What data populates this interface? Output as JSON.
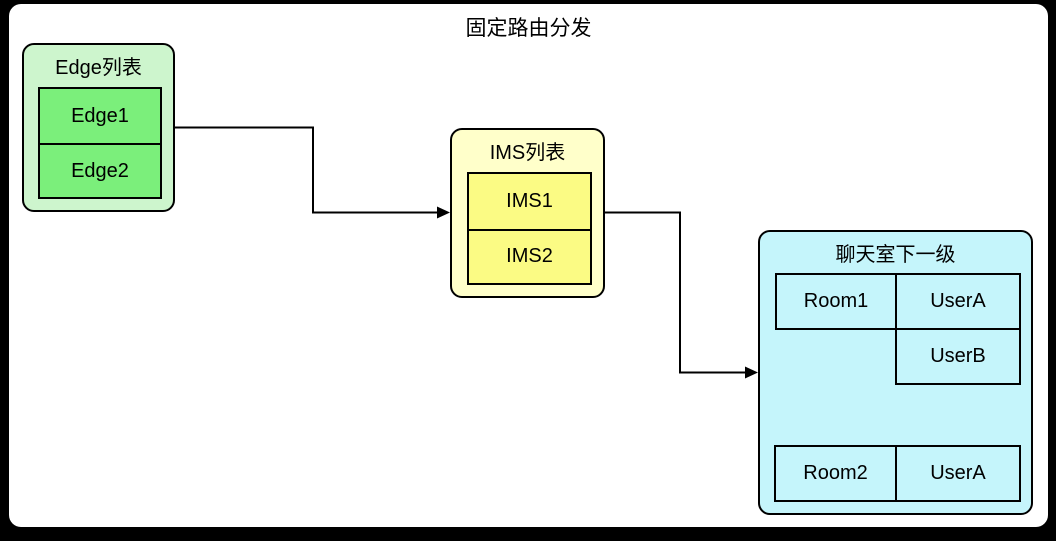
{
  "diagram": {
    "title": "固定路由分发"
  },
  "edge_list": {
    "title": "Edge列表",
    "items": [
      "Edge1",
      "Edge2"
    ],
    "fill": "#cdf5cd",
    "item_fill": "#7bef7b"
  },
  "ims_list": {
    "title": "IMS列表",
    "items": [
      "IMS1",
      "IMS2"
    ],
    "fill": "#ffffca",
    "item_fill": "#fbfb84"
  },
  "chatroom": {
    "title": "聊天室下一级",
    "fill": "#c5f5fb",
    "rows": [
      {
        "room": "Room1",
        "users": [
          "UserA",
          "UserB"
        ]
      },
      {
        "room": "Room2",
        "users": [
          "UserA"
        ]
      }
    ]
  },
  "connectors": [
    {
      "from": "edge-list",
      "to": "ims-list"
    },
    {
      "from": "ims-list",
      "to": "chatroom"
    }
  ],
  "colors": {
    "page_background": "#000000",
    "canvas_background": "#ffffff",
    "border": "#000000",
    "text": "#000000"
  }
}
